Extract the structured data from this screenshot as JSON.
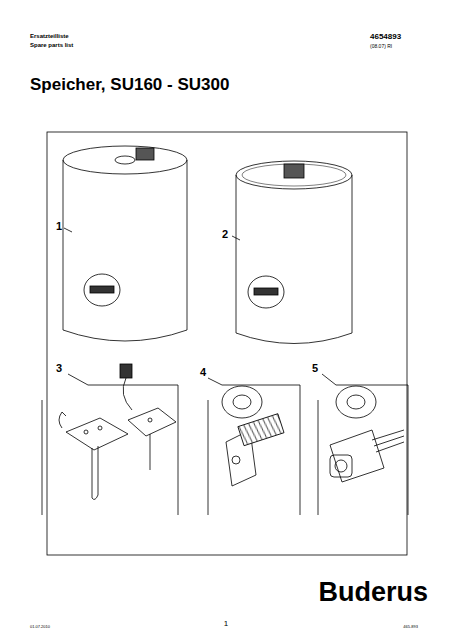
{
  "diagram": {
    "title": "Speicher, SU160 - SU300",
    "labels": [
      "Ersatzteilliste",
      "Spare parts list",
      "4654893",
      "(08.07) RI",
      "1",
      "2",
      "3",
      "4",
      "5",
      "Buderus",
      "01.07.2010",
      "1",
      "465-893"
    ]
  }
}
